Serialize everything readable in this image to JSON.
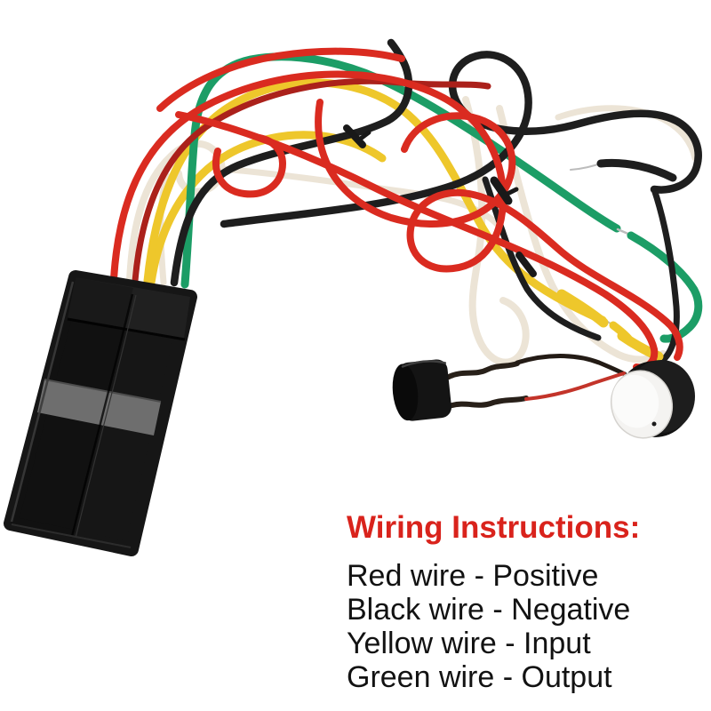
{
  "caption": {
    "title": "Wiring Instructions:",
    "lines": [
      "Red wire - Positive",
      "Black wire - Negative",
      "Yellow wire - Input",
      "Green wire - Output"
    ]
  },
  "colors": {
    "background": "#ffffff",
    "title_red": "#d9231c",
    "text_black": "#121212",
    "wire_red": "#da2b20",
    "wire_red_dark": "#ab211b",
    "wire_black": "#1e1e1e",
    "wire_yellow": "#eec72b",
    "wire_green": "#1c9d66",
    "wire_white": "#ece4d6",
    "wire_silver": "#bcbcbc",
    "lead_dark": "#282019",
    "lead_red": "#c3342a",
    "module_body": "#161616",
    "module_lid": "#202020",
    "module_stripe": "#6e6e6e",
    "component_black": "#141414",
    "speaker_rim": "#121212",
    "speaker_face": "#f4f3f1"
  }
}
